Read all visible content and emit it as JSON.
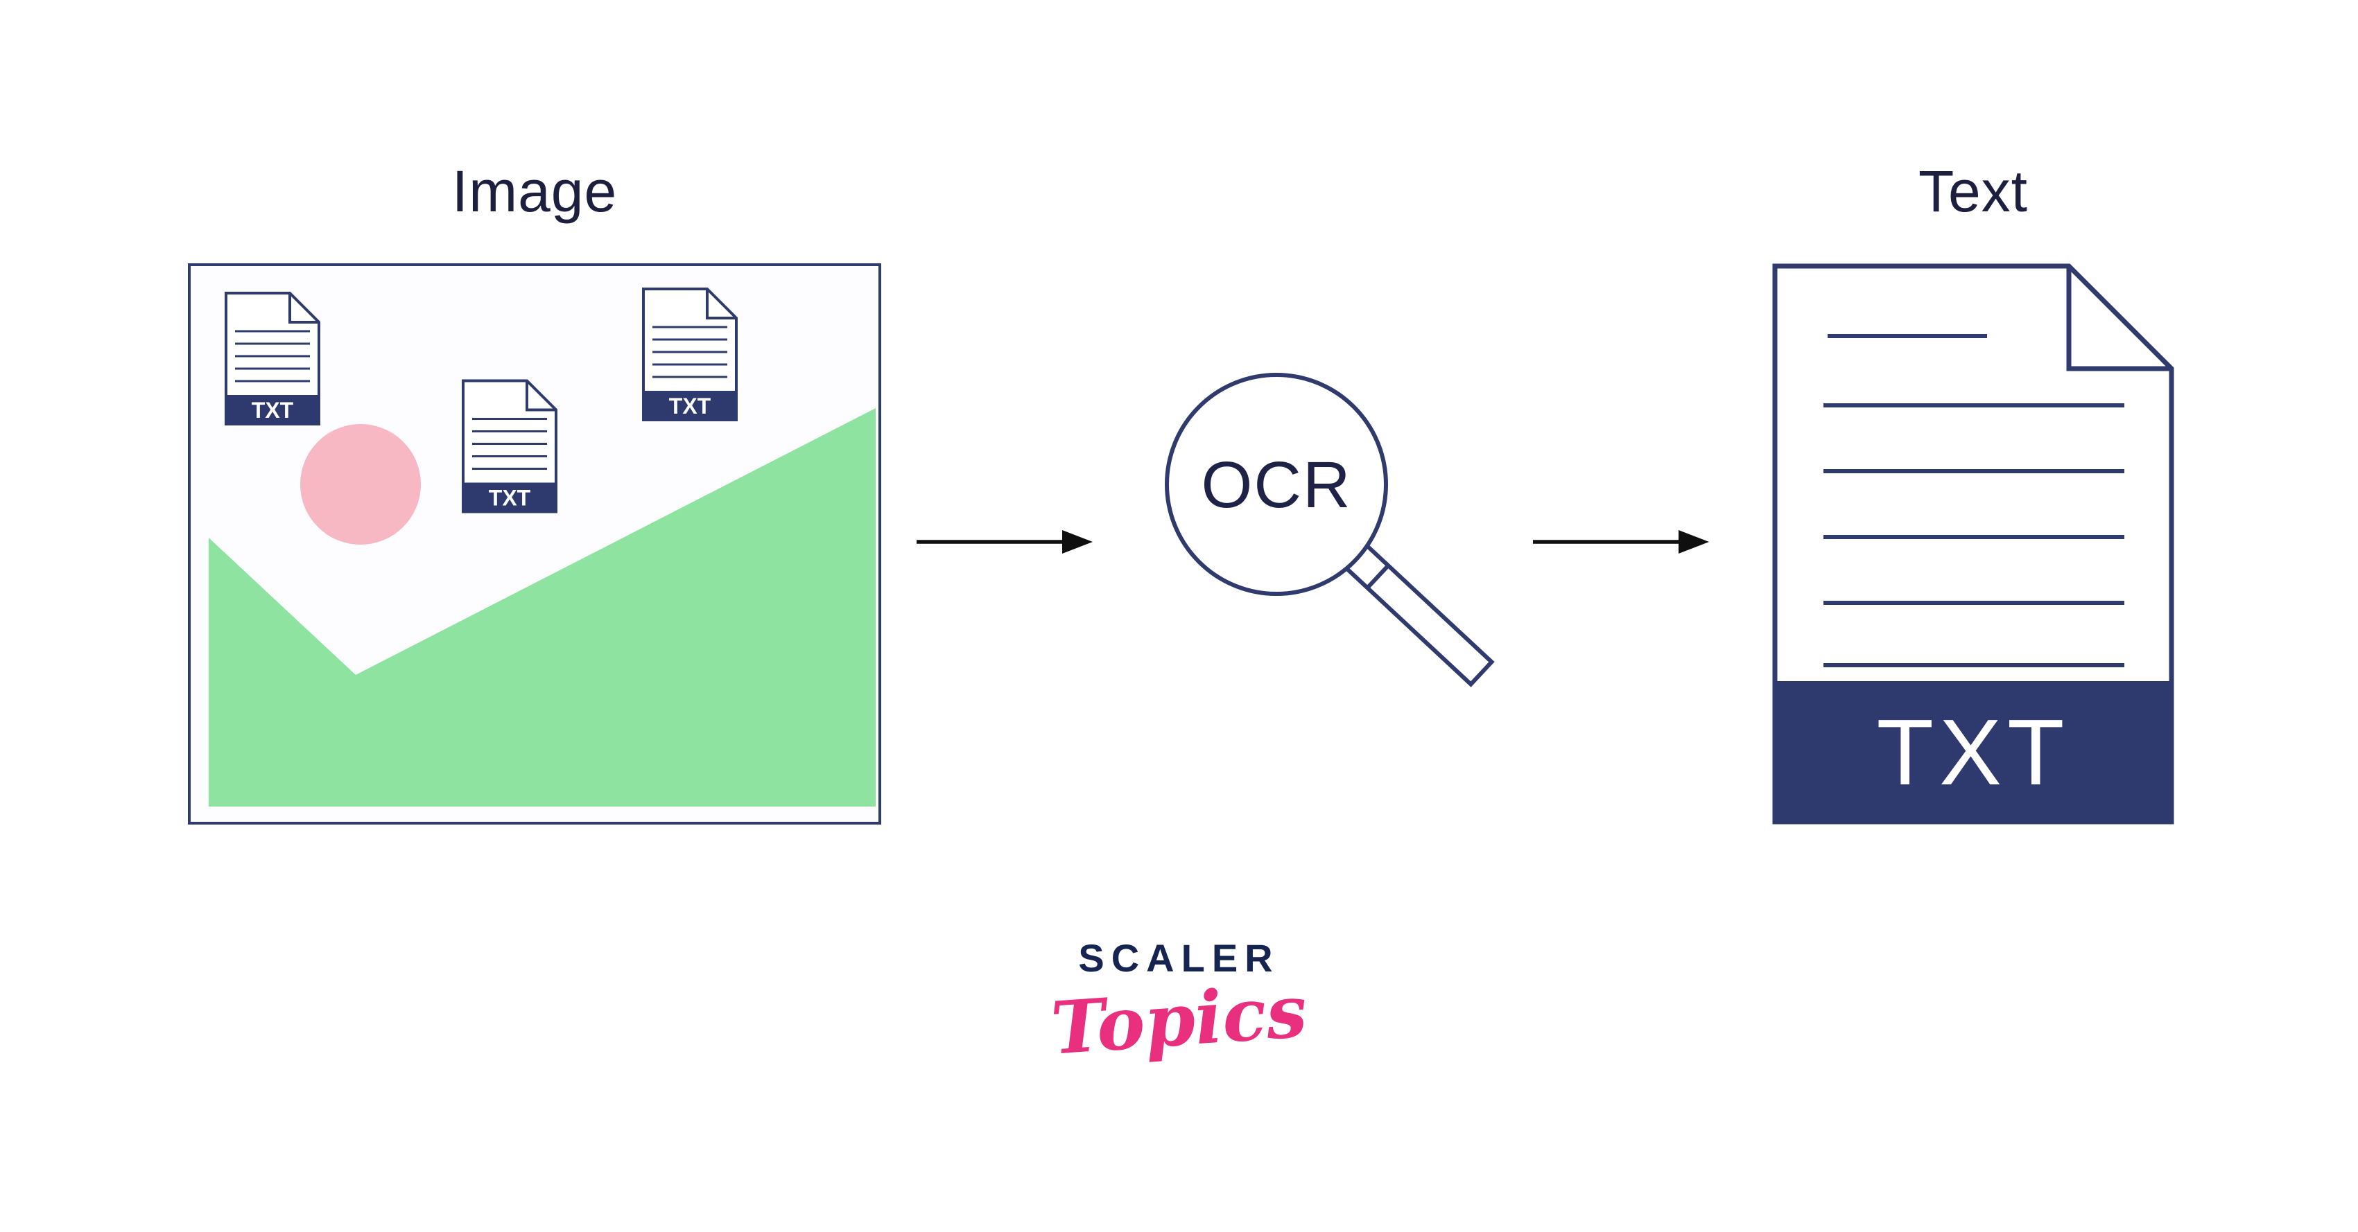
{
  "labels": {
    "image": "Image",
    "text": "Text",
    "ocr": "OCR"
  },
  "file_badges": {
    "small_txt": "TXT",
    "large_txt": "TXT"
  },
  "logo": {
    "scaler": "SCALER",
    "topics": "Topics"
  },
  "colors": {
    "outline_navy": "#2f3a6d",
    "band_navy": "#2e3a6e",
    "green_shape": "#8fe3a0",
    "pink_circle": "#f7b7c3",
    "arrow_black": "#0f0f0f",
    "ocr_text": "#1e2247",
    "logo_navy": "#152450",
    "logo_pink": "#e8307e"
  }
}
